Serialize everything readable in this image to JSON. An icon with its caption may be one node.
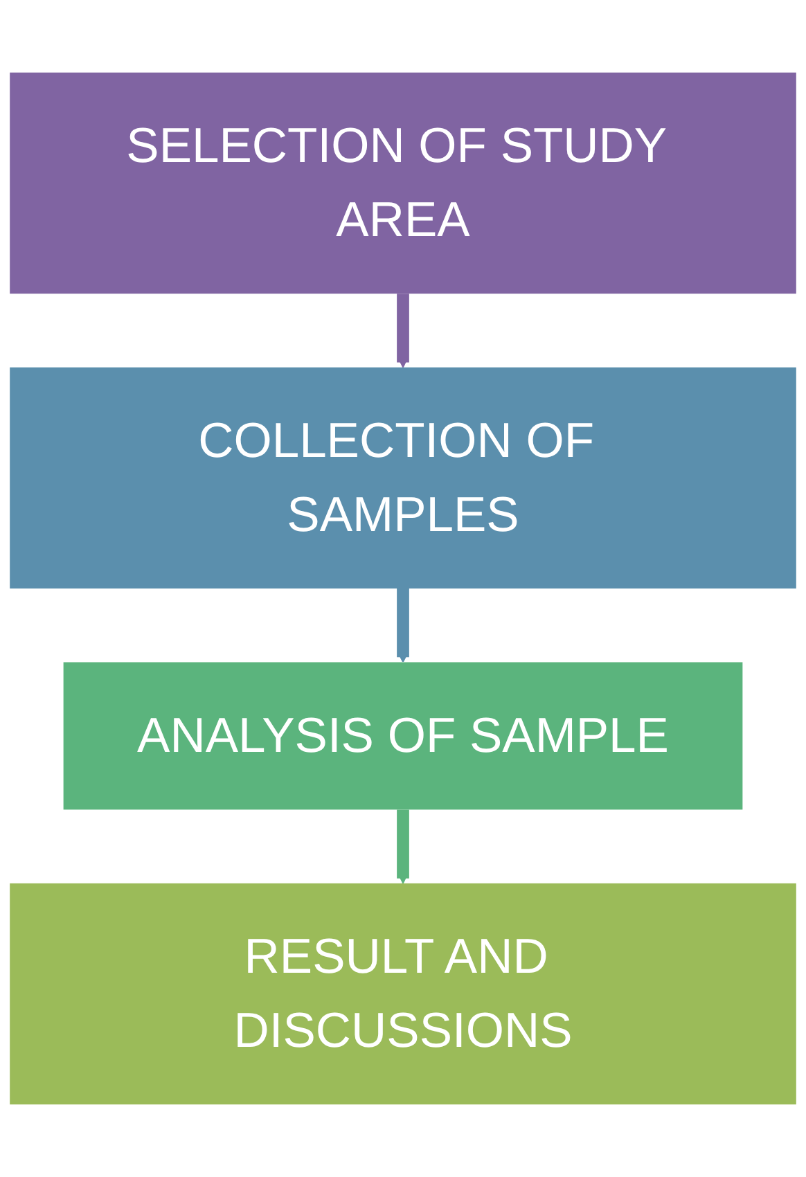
{
  "diagram": {
    "nodes": [
      {
        "text": [
          "SELECTION OF STUDY AREA"
        ]
      },
      {
        "text": [
          "COLLECTION OF SAMPLES"
        ]
      },
      {
        "text": [
          "ANALYSIS OF SAMPLE"
        ]
      },
      {
        "text": [
          "RESULT AND DISCUSSIONS"
        ]
      }
    ],
    "edges": [
      {
        "from": 0,
        "to": 1,
        "arrow": "to",
        "color": "#8064a2"
      },
      {
        "from": 1,
        "to": 2,
        "arrow": "to",
        "color": "#5b8fad"
      },
      {
        "from": 2,
        "to": 3,
        "arrow": "to",
        "color": "#5bb47d"
      }
    ]
  }
}
